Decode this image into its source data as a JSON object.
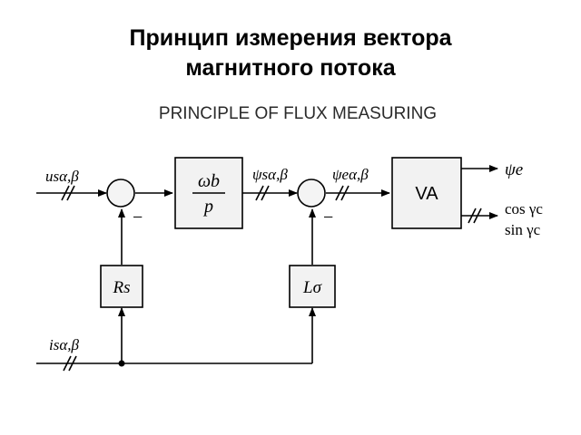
{
  "title": {
    "line1": "Принцип измерения вектора",
    "line2": "магнитного потока"
  },
  "subtitle": "PRINCIPLE OF FLUX MEASURING",
  "blocks": {
    "integrator_num": "ωb",
    "integrator_den": "p",
    "va": "VA",
    "rs": "Rs",
    "lsigma": "Lσ"
  },
  "signals": {
    "u_in": "usα,β",
    "i_in": "isα,β",
    "psi_s": "ψsα,β",
    "psi_e": "ψeα,β",
    "psi_e_out": "ψe",
    "cos_out": "cos γc",
    "sin_out": "sin γc"
  },
  "signs": {
    "sum1_minus": "−",
    "sum2_minus": "−"
  }
}
